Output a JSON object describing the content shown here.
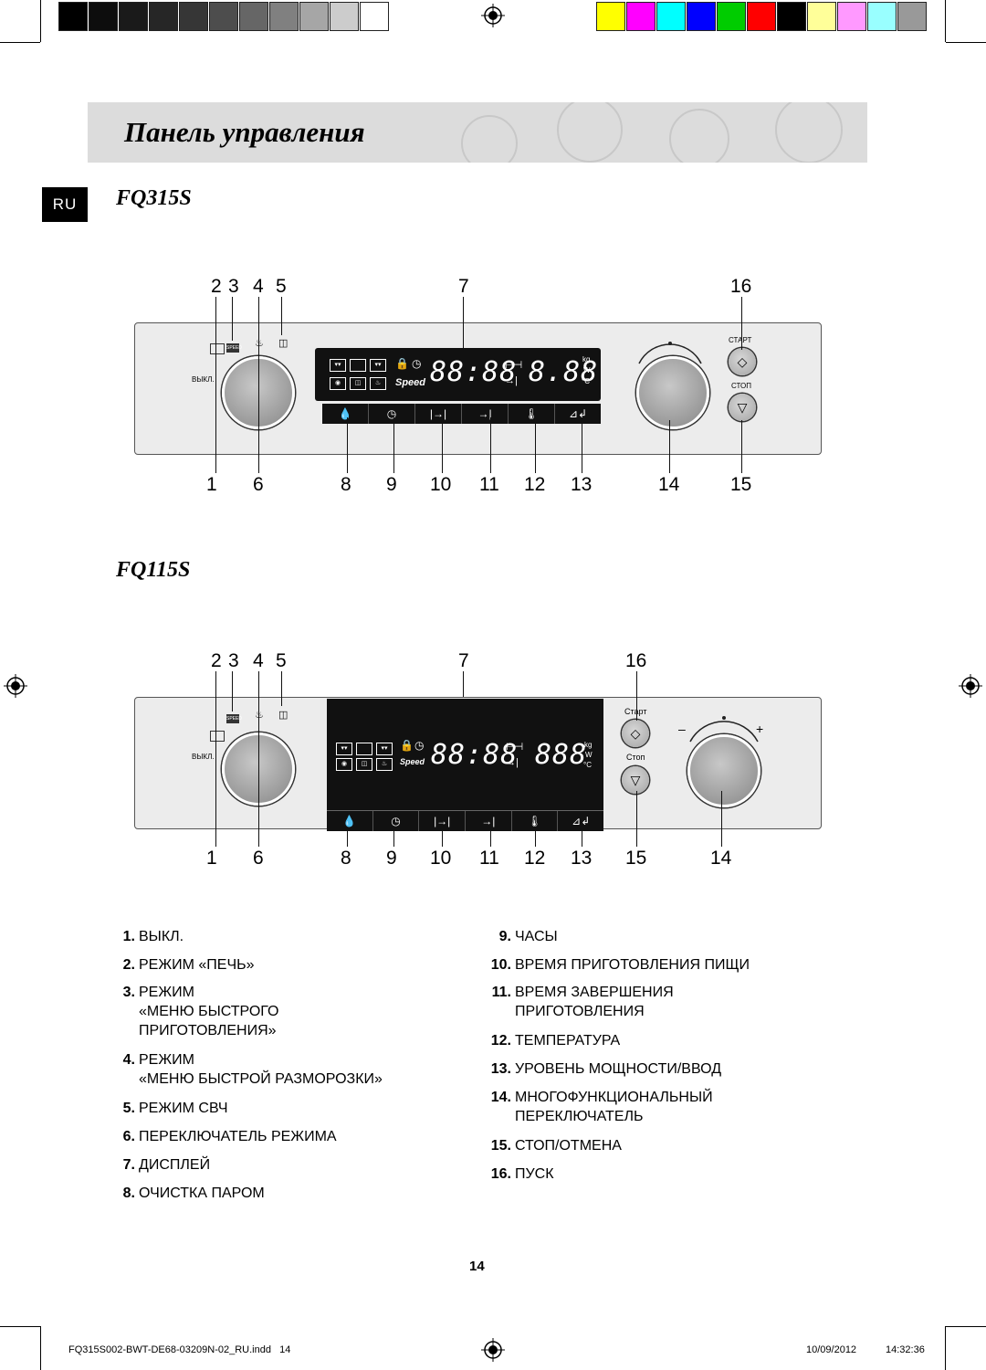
{
  "header": {
    "title": "Панель управления",
    "lang_badge": "RU"
  },
  "models": [
    {
      "name": "FQ315S",
      "top_numbers": [
        "2",
        "3",
        "4",
        "5",
        "7",
        "16"
      ],
      "bottom_numbers": [
        "1",
        "6",
        "8",
        "9",
        "10",
        "11",
        "12",
        "13",
        "14",
        "15"
      ],
      "off_label": "ВЫКЛ.",
      "start_label": "СТАРТ",
      "stop_label": "СТОП",
      "display": {
        "digits_left": "88:88",
        "digits_right": "8.88",
        "speed": "Speed",
        "units_top": "kg",
        "units_mid": "W",
        "units_bottom": "°C"
      }
    },
    {
      "name": "FQ115S",
      "top_numbers": [
        "2",
        "3",
        "4",
        "5",
        "7",
        "16"
      ],
      "bottom_numbers": [
        "1",
        "6",
        "8",
        "9",
        "10",
        "11",
        "12",
        "13",
        "15",
        "14"
      ],
      "off_label": "ВЫКЛ.",
      "start_label": "Старт",
      "stop_label": "Стоп",
      "dial_minus": "–",
      "dial_plus": "+",
      "display": {
        "digits_left": "88:88",
        "digits_right": "888",
        "speed": "Speed",
        "units_top": "kg",
        "units_mid": "W",
        "units_bottom": "°C"
      }
    }
  ],
  "legend_left": [
    {
      "n": "1.",
      "text": "ВЫКЛ."
    },
    {
      "n": "2.",
      "text": "РЕЖИМ «ПЕЧЬ»"
    },
    {
      "n": "3.",
      "text": "РЕЖИМ",
      "text2": "«МЕНЮ БЫСТРОГО",
      "text3": "ПРИГОТОВЛЕНИЯ»"
    },
    {
      "n": "4.",
      "text": "РЕЖИМ",
      "text2": "«МЕНЮ БЫСТРОЙ РАЗМОРОЗКИ»"
    },
    {
      "n": "5.",
      "text": "РЕЖИМ СВЧ"
    },
    {
      "n": "6.",
      "text": "ПЕРЕКЛЮЧАТЕЛЬ РЕЖИМА"
    },
    {
      "n": "7.",
      "text": "ДИСПЛЕЙ"
    },
    {
      "n": "8.",
      "text": "ОЧИСТКА ПАРОМ"
    }
  ],
  "legend_right": [
    {
      "n": "9.",
      "text": "ЧАСЫ"
    },
    {
      "n": "10.",
      "text": "ВРЕМЯ ПРИГОТОВЛЕНИЯ ПИЩИ"
    },
    {
      "n": "11.",
      "text": "ВРЕМЯ ЗАВЕРШЕНИЯ",
      "text2": "ПРИГОТОВЛЕНИЯ"
    },
    {
      "n": "12.",
      "text": "ТЕМПЕРАТУРА"
    },
    {
      "n": "13.",
      "text": "УРОВЕНЬ МОЩНОСТИ/ВВОД"
    },
    {
      "n": "14.",
      "text": "МНОГОФУНКЦИОНАЛЬНЫЙ",
      "text2": "ПЕРЕКЛЮЧАТЕЛЬ"
    },
    {
      "n": "15.",
      "text": "СТОП/ОТМЕНА"
    },
    {
      "n": "16.",
      "text": "ПУСК"
    }
  ],
  "page_number": "14",
  "footer": {
    "file": "FQ315S002-BWT-DE68-03209N-02_RU.indd   14",
    "date": "10/09/2012",
    "time": "14:32:36"
  },
  "colors": {
    "gray_swatches": [
      "#000000",
      "#0d0d0d",
      "#1a1a1a",
      "#262626",
      "#363636",
      "#4d4d4d",
      "#666666",
      "#808080",
      "#a6a6a6",
      "#cccccc",
      "#ffffff"
    ],
    "color_swatches": [
      "#ffff00",
      "#ff00ff",
      "#00ffff",
      "#0000ff",
      "#00cc00",
      "#ff0000",
      "#000000",
      "#ffff99",
      "#ff99ff",
      "#99ffff",
      "#999999"
    ]
  },
  "touch_icons": [
    "steam-clean-icon",
    "clock-icon",
    "cook-time-icon",
    "end-time-icon",
    "temperature-icon",
    "power-enter-icon"
  ]
}
